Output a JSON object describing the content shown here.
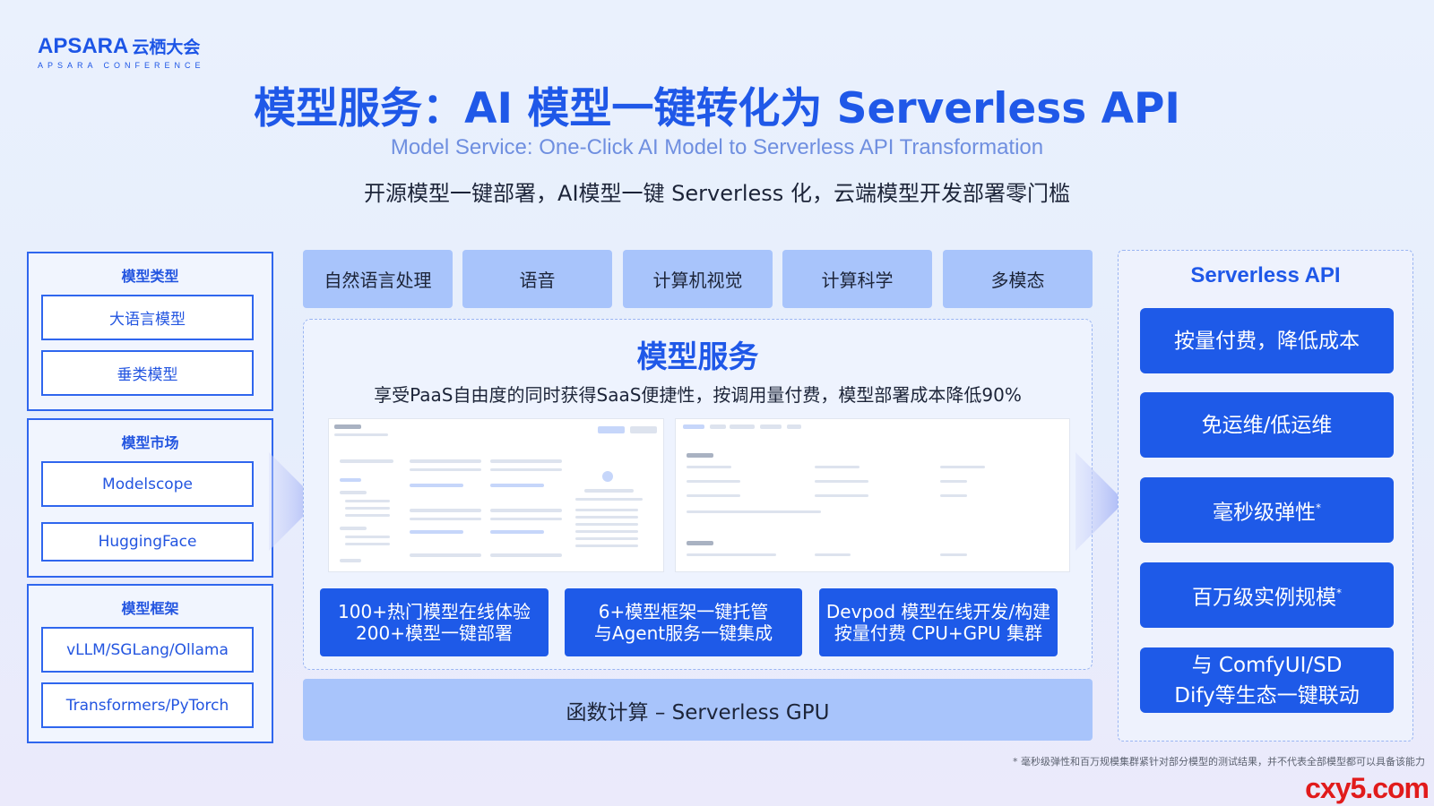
{
  "logo": {
    "brand": "APSARA",
    "brand_cn": "云栖大会",
    "sub": "APSARA CONFERENCE"
  },
  "header": {
    "title": "模型服务：AI 模型一键转化为 Serverless API",
    "subtitle_en": "Model Service: One-Click AI Model to Serverless API Transformation",
    "subtitle_cn": "开源模型一键部署，AI模型一键 Serverless 化，云端模型开发部署零门槛"
  },
  "left": {
    "groups": [
      {
        "title": "模型类型",
        "items": [
          "大语言模型",
          "垂类模型"
        ]
      },
      {
        "title": "模型市场",
        "items": [
          "Modelscope",
          "HuggingFace"
        ]
      },
      {
        "title": "模型框架",
        "items": [
          "vLLM/SGLang/Ollama",
          "Transformers/PyTorch"
        ]
      }
    ]
  },
  "tabs": [
    "自然语言处理",
    "语音",
    "计算机视觉",
    "计算科学",
    "多模态"
  ],
  "center": {
    "title": "模型服务",
    "subtitle": "享受PaaS自由度的同时获得SaaS便捷性，按调用量付费，模型部署成本降低90%",
    "features": [
      {
        "line1": "100+热门模型在线体验",
        "line2": "200+模型一键部署"
      },
      {
        "line1": "6+模型框架一键托管",
        "line2": "与Agent服务一键集成"
      },
      {
        "line1": "Devpod 模型在线开发/构建",
        "line2": "按量付费 CPU+GPU 集群"
      }
    ]
  },
  "bottom": {
    "label": "函数计算 – Serverless GPU"
  },
  "right": {
    "title": "Serverless API",
    "items": [
      {
        "text": "按量付费，降低成本",
        "mark": ""
      },
      {
        "text": "免运维/低运维",
        "mark": ""
      },
      {
        "text": "毫秒级弹性",
        "mark": "*"
      },
      {
        "text": "百万级实例规模",
        "mark": "*"
      },
      {
        "text": "与 ComfyUI/SD",
        "text2": "Dify等生态一键联动",
        "mark": ""
      }
    ]
  },
  "footnote": "* 毫秒级弹性和百万规模集群紧针对部分模型的测试结果，并不代表全部模型都可以具备该能力",
  "watermark": "cxy5.com",
  "colors": {
    "accent": "#1e5ae8",
    "tab": "#a8c4fb",
    "title": "#1f58e8"
  }
}
